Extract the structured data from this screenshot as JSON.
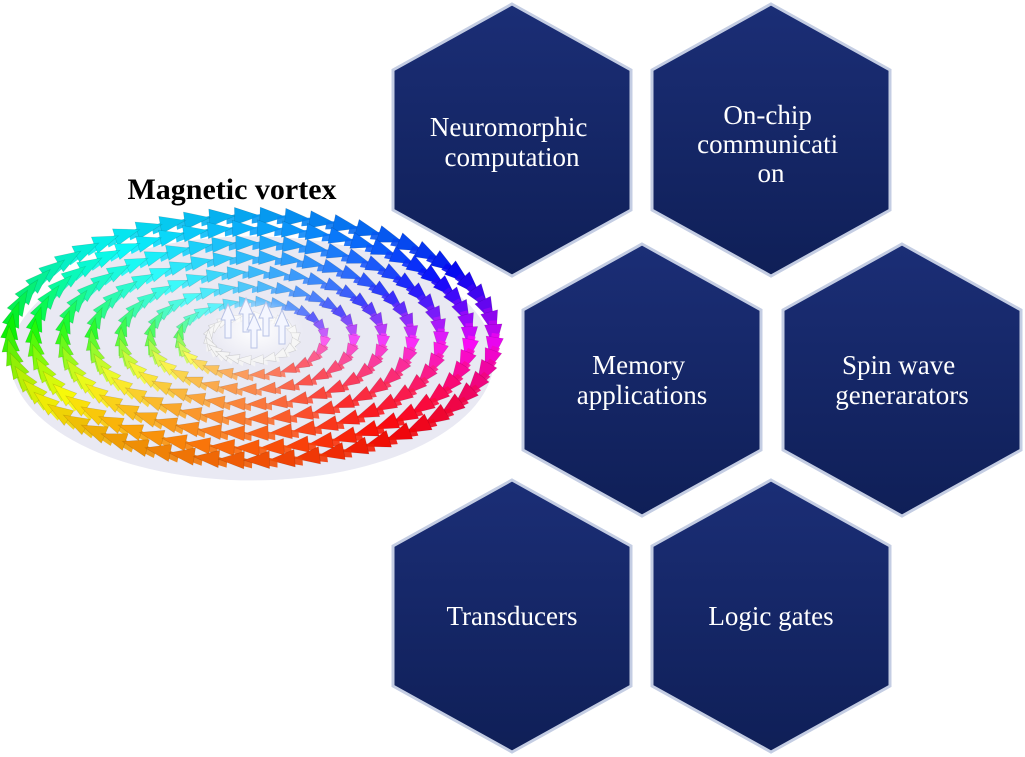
{
  "diagram": {
    "title": "Magnetic vortex",
    "colors": {
      "hex_fill": "#11225e",
      "hex_fill_top": "#1a2d72",
      "hex_edge": "#c4cde3",
      "hex_text": "#ffffff",
      "title_text": "#000000"
    },
    "applications": [
      {
        "id": "neuromorphic",
        "lines": [
          "Neuromorphic",
          "computation"
        ]
      },
      {
        "id": "on-chip",
        "lines": [
          "On-chip",
          "communicati",
          "on"
        ]
      },
      {
        "id": "memory",
        "lines": [
          "Memory",
          "applications"
        ]
      },
      {
        "id": "spin-wave",
        "lines": [
          "Spin wave",
          "generarators"
        ]
      },
      {
        "id": "transducers",
        "lines": [
          "Transducers"
        ]
      },
      {
        "id": "logic-gates",
        "lines": [
          "Logic gates"
        ]
      }
    ]
  }
}
